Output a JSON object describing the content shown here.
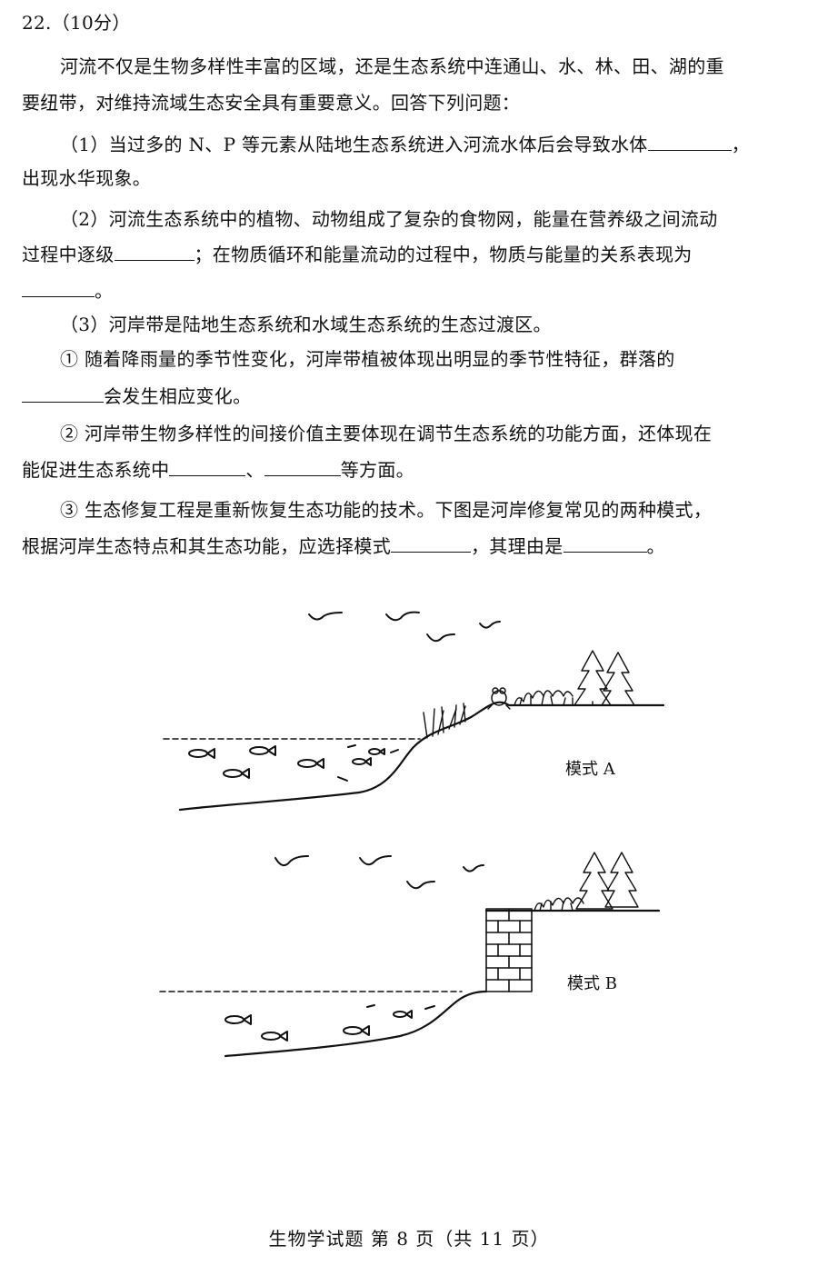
{
  "question": {
    "number": "22.（10分）",
    "intro_line1": "河流不仅是生物多样性丰富的区域，还是生态系统中连通山、水、林、田、湖的重",
    "intro_line2": "要纽带，对维持流域生态安全具有重要意义。回答下列问题：",
    "q1_line1": "（1）当过多的 N、P 等元素从陆地生态系统进入河流水体后会导致水体",
    "q1_line1_end": "，",
    "q1_line2": "出现水华现象。",
    "q2_line1": "（2）河流生态系统中的植物、动物组成了复杂的食物网，能量在营养级之间流动",
    "q2_line2_a": "过程中逐级",
    "q2_line2_b": "；在物质循环和能量流动的过程中，物质与能量的关系表现为",
    "q2_line3_end": "。",
    "q3_line1": "（3）河岸带是陆地生态系统和水域生态系统的生态过渡区。",
    "q3a_line1": "① 随着降雨量的季节性变化，河岸带植被体现出明显的季节性特征，群落的",
    "q3a_line2": "会发生相应变化。",
    "q3b_line1": "② 河岸带生物多样性的间接价值主要体现在调节生态系统的功能方面，还体现在",
    "q3b_line2_a": "能促进生态系统中",
    "q3b_line2_sep": "、",
    "q3b_line2_end": "等方面。",
    "q3c_line1": "③ 生态修复工程是重新恢复生态功能的技术。下图是河岸修复常见的两种模式，",
    "q3c_line2_a": "根据河岸生态特点和其生态功能，应选择模式",
    "q3c_line2_b": "，其理由是",
    "q3c_line2_end": "。"
  },
  "figure": {
    "mode_a_label": "模式 A",
    "mode_b_label": "模式 B"
  },
  "footer": "生物学试题 第 8 页（共 11 页）"
}
